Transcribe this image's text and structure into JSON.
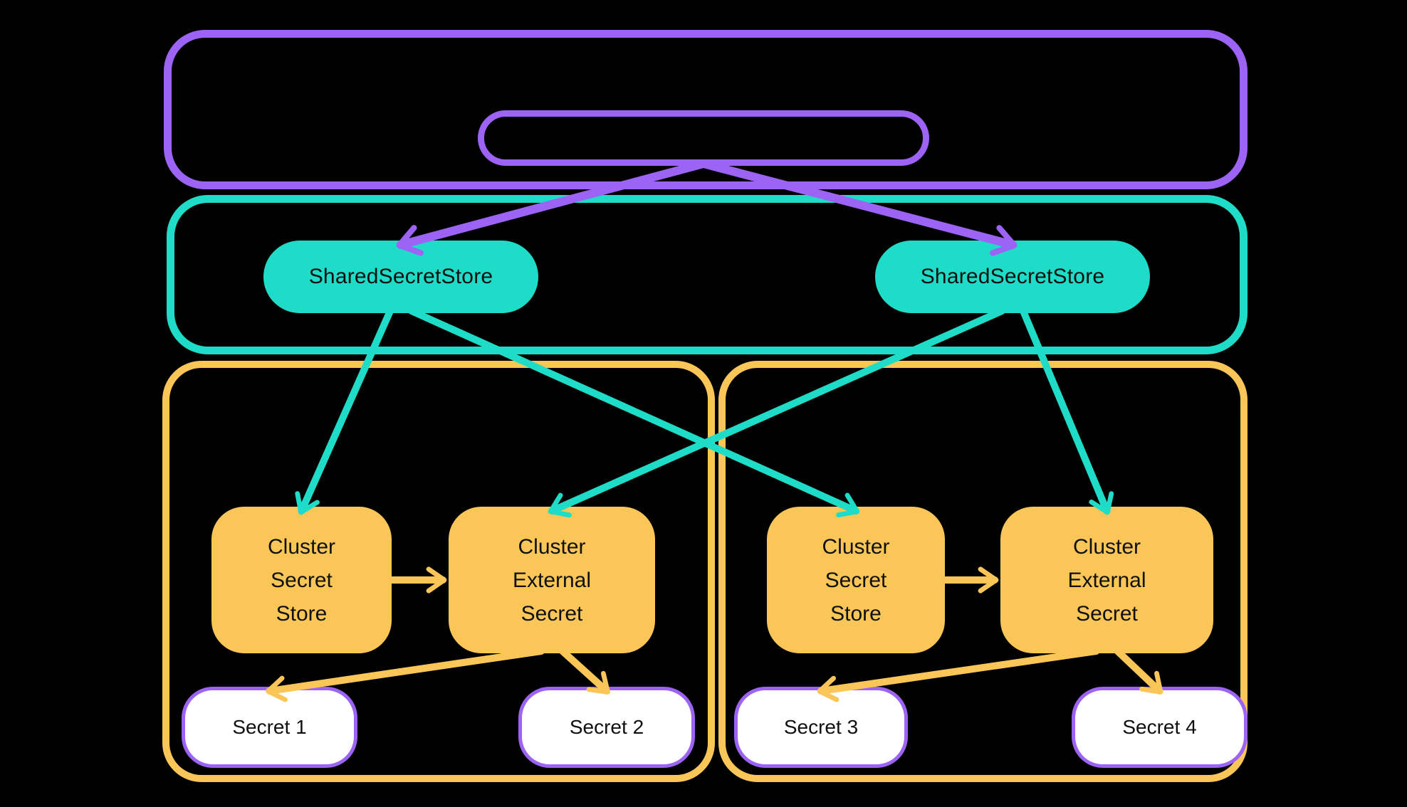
{
  "colors": {
    "background": "#000000",
    "purple": "#9C63F4",
    "teal": "#1EDCC7",
    "yellow": "#FAC658",
    "secret_fill": "#FFFFFF",
    "text": "#101010"
  },
  "diagram": {
    "shared_stores": [
      {
        "label": "SharedSecretStore"
      },
      {
        "label": "SharedSecretStore"
      }
    ],
    "clusters": [
      {
        "secret_store_label": "Cluster\nSecret\nStore",
        "external_secret_label": "Cluster\nExternal\nSecret",
        "secrets": [
          {
            "label": "Secret 1"
          },
          {
            "label": "Secret 2"
          }
        ]
      },
      {
        "secret_store_label": "Cluster\nSecret\nStore",
        "external_secret_label": "Cluster\nExternal\nSecret",
        "secrets": [
          {
            "label": "Secret 3"
          },
          {
            "label": "Secret 4"
          }
        ]
      }
    ],
    "edges": [
      {
        "from": "controller-pill",
        "to": "shared-store-1",
        "color": "purple"
      },
      {
        "from": "controller-pill",
        "to": "shared-store-2",
        "color": "purple"
      },
      {
        "from": "shared-store-1",
        "to": "cluster1-secret-store",
        "color": "teal"
      },
      {
        "from": "shared-store-1",
        "to": "cluster2-secret-store",
        "color": "teal"
      },
      {
        "from": "shared-store-2",
        "to": "cluster1-external-secret",
        "color": "teal"
      },
      {
        "from": "shared-store-2",
        "to": "cluster2-external-secret",
        "color": "teal"
      },
      {
        "from": "cluster1-secret-store",
        "to": "cluster1-external-secret",
        "color": "yellow"
      },
      {
        "from": "cluster1-external-secret",
        "to": "secret-1",
        "color": "yellow"
      },
      {
        "from": "cluster1-external-secret",
        "to": "secret-2",
        "color": "yellow"
      },
      {
        "from": "cluster2-secret-store",
        "to": "cluster2-external-secret",
        "color": "yellow"
      },
      {
        "from": "cluster2-external-secret",
        "to": "secret-3",
        "color": "yellow"
      },
      {
        "from": "cluster2-external-secret",
        "to": "secret-4",
        "color": "yellow"
      }
    ]
  }
}
